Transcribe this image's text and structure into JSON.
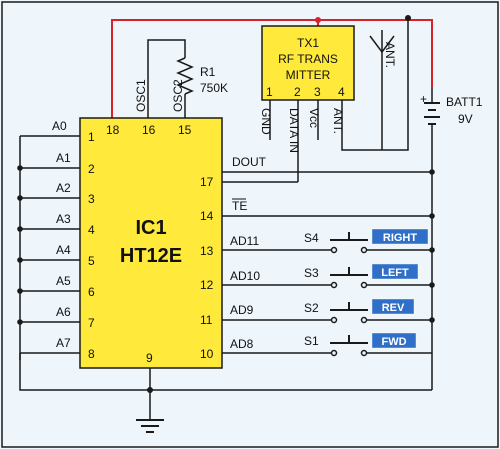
{
  "ic": {
    "name": "IC1",
    "part": "HT12E",
    "left_pins": [
      "1",
      "2",
      "3",
      "4",
      "5",
      "6",
      "7",
      "8"
    ],
    "bottom_pin": "9",
    "top_pins": [
      "18",
      "16",
      "15"
    ],
    "right_pins": [
      "17",
      "14",
      "13",
      "12",
      "11",
      "10"
    ]
  },
  "address_labels": [
    "A0",
    "A1",
    "A2",
    "A3",
    "A4",
    "A5",
    "A6",
    "A7"
  ],
  "osc": {
    "osc1": "OSC1",
    "osc2": "OSC2"
  },
  "resistor": {
    "name": "R1",
    "value": "750K"
  },
  "transmitter": {
    "lines": [
      "TX1",
      "RF TRANS",
      "MITTER"
    ],
    "pins": [
      "1",
      "2",
      "3",
      "4"
    ],
    "pin_labels": [
      "GND",
      "DATA IN",
      "Vcc",
      "ANT."
    ]
  },
  "antenna_label": "ANT.",
  "battery": {
    "name": "BATT1",
    "voltage": "9V",
    "plus": "+"
  },
  "signals": {
    "dout": "DOUT",
    "te": "TE"
  },
  "data_lines": [
    "AD11",
    "AD10",
    "AD9",
    "AD8"
  ],
  "switches": [
    "S4",
    "S3",
    "S2",
    "S1"
  ],
  "buttons": [
    "RIGHT",
    "LEFT",
    "REV",
    "FWD"
  ],
  "colors": {
    "ic_fill": "#ffe93a",
    "supply_wire": "#d8222a",
    "wire": "#1a1a1a",
    "button_fill": "#2f6fc8",
    "background": "#eef5fb"
  }
}
